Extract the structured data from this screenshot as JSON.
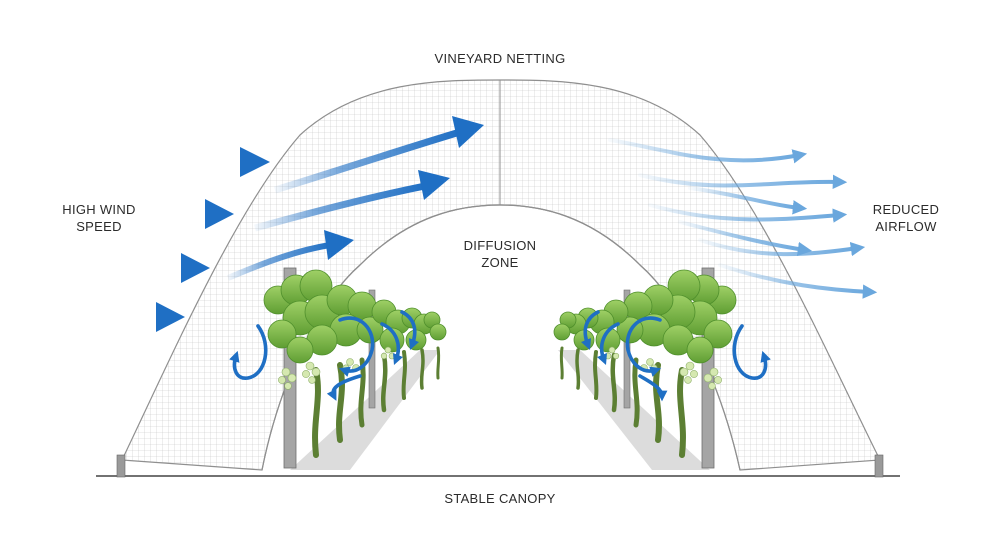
{
  "title": "VINEYARD NETTING",
  "left_label": {
    "line1": "HIGH WIND",
    "line2": "SPEED"
  },
  "right_label": {
    "line1": "REDUCED",
    "line2": "AIRFLOW"
  },
  "center_label": {
    "line1": "DIFFUSION",
    "line2": "ZONE"
  },
  "bottom_label": "STABLE CANOPY",
  "colors": {
    "arrow_strong": "#1f6fc4",
    "arrow_weak": "#6aa7dd",
    "net_line": "#b9b9b9",
    "foliage": "#7fbf4a",
    "foliage_dark": "#4f8f2c",
    "trunk": "#5c7f33",
    "grape": "#d5e8b0",
    "post": "#9a9a9a",
    "shadow": "#dcdcdc",
    "ground": "#444444"
  }
}
